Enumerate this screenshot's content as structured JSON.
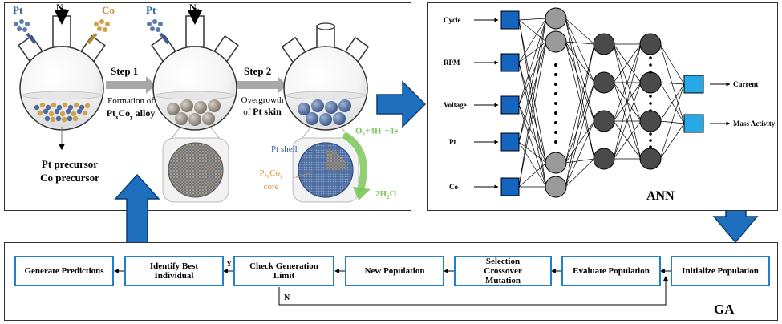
{
  "colors": {
    "accent_blue": "#1f6fbf",
    "input_node": "#1565c0",
    "output_node": "#29a8e8",
    "hidden_light": "#9a9a9a",
    "hidden_dark": "#4a4a4a",
    "green_arrow": "#7cc85a"
  },
  "synthesis": {
    "flask1": {
      "label_pt": "Pt",
      "label_n2": "N",
      "label_n2_sub": "2",
      "label_co": "Co"
    },
    "flask2": {
      "label_pt": "Pt",
      "label_n2": "N",
      "label_n2_sub": "2"
    },
    "precursor_lines": [
      "Pt precursor",
      "Co precursor"
    ],
    "step1": {
      "title": "Step 1",
      "line1": "Formation of",
      "line2_pre": "Pt",
      "line2_x": "x",
      "line2_mid": "Co",
      "line2_y": "y",
      "line2_post": " alloy"
    },
    "step2": {
      "title": "Step 2",
      "line1": "Overgrowth",
      "line2_pre": "of ",
      "line2_bold": "Pt skin"
    },
    "pt_shell_label": "Pt shell",
    "core_label": {
      "pre": "Pt",
      "x": "x",
      "mid": "Co",
      "y": "y",
      "post": "core"
    },
    "reaction_top": {
      "pre": "O",
      "sub1": "2",
      "mid": "+4H",
      "sup": "+",
      "post": "+4e"
    },
    "reaction_bottom": {
      "pre": "2H",
      "sub": "2",
      "post": "O"
    }
  },
  "ann": {
    "title": "ANN",
    "inputs": [
      "Cycle",
      "RPM",
      "Voltage",
      "Pt",
      "Co"
    ],
    "outputs": [
      "Current",
      "Mass Activity"
    ]
  },
  "ga": {
    "title": "GA",
    "boxes": {
      "generate_predictions": "Generate Predictions",
      "identify_best": [
        "Identify Best",
        "Individual"
      ],
      "check_generation": [
        "Check Generation",
        "Limit"
      ],
      "new_population": "New Population",
      "selection": [
        "Selection",
        "Crossover",
        "Mutation"
      ],
      "evaluate": "Evaluate Population",
      "initialize": "Initialize Population"
    },
    "label_yes": "Y",
    "label_no": "N"
  }
}
